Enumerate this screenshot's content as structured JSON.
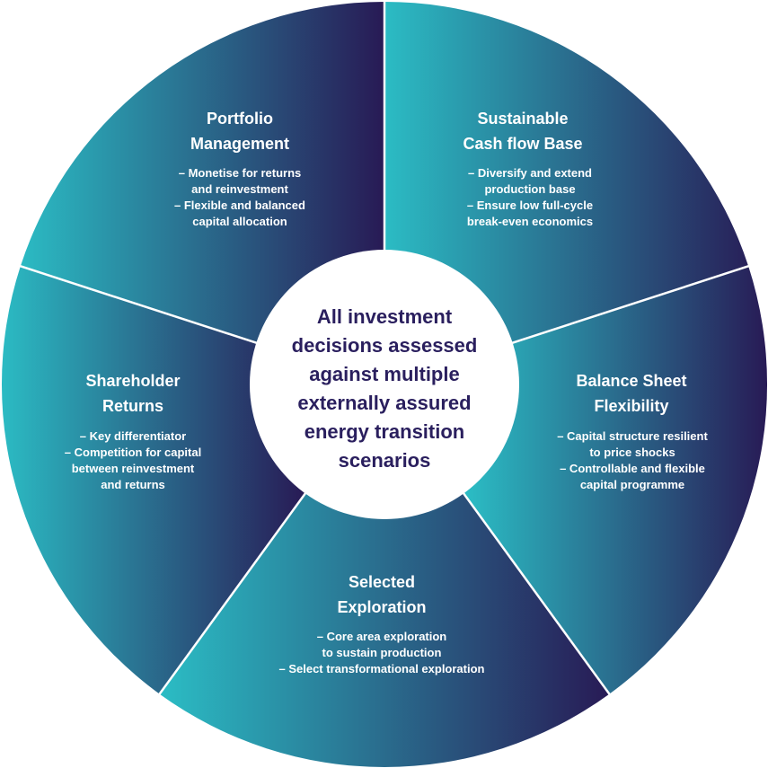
{
  "colors": {
    "gradient_start": "#2bbcc4",
    "gradient_end": "#281a55",
    "center_fill": "#ffffff",
    "center_text": "#2a1f5e",
    "divider": "#ffffff",
    "segment_text": "#ffffff"
  },
  "center": {
    "lines": [
      "All investment",
      "decisions assessed",
      "against multiple",
      "externally assured",
      "energy transition",
      "scenarios"
    ]
  },
  "segments": [
    {
      "id": "sustainable-cash-flow-base",
      "title_lines": [
        "Sustainable",
        "Cash flow Base"
      ],
      "bullet_lines": [
        "–  Diversify and extend",
        "production base",
        "–  Ensure low full-cycle",
        "break-even economics"
      ]
    },
    {
      "id": "balance-sheet-flexibility",
      "title_lines": [
        "Balance Sheet",
        "Flexibility"
      ],
      "bullet_lines": [
        "–  Capital structure resilient",
        "to price shocks",
        "–  Controllable and flexible",
        "capital programme"
      ]
    },
    {
      "id": "selected-exploration",
      "title_lines": [
        "Selected",
        "Exploration"
      ],
      "bullet_lines": [
        "–  Core area exploration",
        "to sustain production",
        "–  Select transformational exploration"
      ]
    },
    {
      "id": "shareholder-returns",
      "title_lines": [
        "Shareholder",
        "Returns"
      ],
      "bullet_lines": [
        "–  Key differentiator",
        "–  Competition for capital",
        "between reinvestment",
        "and returns"
      ]
    },
    {
      "id": "portfolio-management",
      "title_lines": [
        "Portfolio",
        "Management"
      ],
      "bullet_lines": [
        "–  Monetise for returns",
        "and reinvestment",
        "–  Flexible and balanced",
        "capital allocation"
      ]
    }
  ]
}
